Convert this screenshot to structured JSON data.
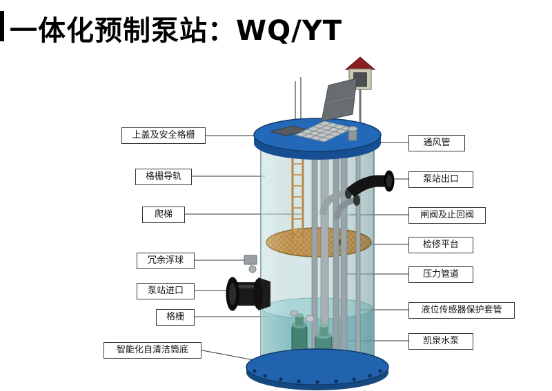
{
  "title": "一体化预制泵站：WQ/YT",
  "labels": {
    "left": [
      {
        "text": "上盖及安全格栅"
      },
      {
        "text": "格栅导轨"
      },
      {
        "text": "爬梯"
      },
      {
        "text": "冗余浮球"
      },
      {
        "text": "泵站进口"
      },
      {
        "text": "格栅"
      },
      {
        "text": "智能化自清洁筒底"
      }
    ],
    "right": [
      {
        "text": "通风管"
      },
      {
        "text": "泵站出口"
      },
      {
        "text": "闸阀及止回阀"
      },
      {
        "text": "检修平台"
      },
      {
        "text": "压力管道"
      },
      {
        "text": "液位传感器保护套管"
      },
      {
        "text": "凯泉水泵"
      }
    ]
  },
  "colors": {
    "background": "#ffffff",
    "title_color": "#000000",
    "label_border": "#333333",
    "lid_blue": "#2468b8",
    "base_blue": "#2263ad",
    "shell_teal": "#aacece",
    "water_teal": "#5aa8af",
    "platform_tan": "#c79a58",
    "ladder_yellow": "#b5854a",
    "pipe_gray": "#9aa4a8",
    "pump_green": "#41806f",
    "inlet_outlet_black": "#141414",
    "cabinet_roof_red": "#8b2020"
  }
}
